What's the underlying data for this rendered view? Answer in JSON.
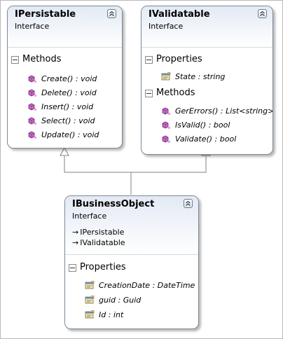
{
  "boxes": {
    "ipersistable": {
      "title": "IPersistable",
      "stereotype": "Interface",
      "sections": [
        {
          "label": "Methods",
          "members": [
            "Create() : void",
            "Delete() : void",
            "Insert() : void",
            "Select() : void",
            "Update() : void"
          ]
        }
      ]
    },
    "ivalidatable": {
      "title": "IValidatable",
      "stereotype": "Interface",
      "sections": [
        {
          "label": "Properties",
          "members": [
            "State : string"
          ]
        },
        {
          "label": "Methods",
          "members": [
            "GerErrors() : List<string>",
            "IsValid() : bool",
            "Validate() : bool"
          ]
        }
      ]
    },
    "ibusinessobject": {
      "title": "IBusinessObject",
      "stereotype": "Interface",
      "implements": [
        "IPersistable",
        "IValidatable"
      ],
      "sections": [
        {
          "label": "Properties",
          "members": [
            "CreationDate : DateTime",
            "guid : Guid",
            "Id : int"
          ]
        }
      ]
    }
  },
  "icons": {
    "method": "method-icon",
    "property": "property-icon",
    "collapse": "collapse-chevrons-icon",
    "section_toggle": "minus-toggle-icon",
    "implements": "inheritance-arrow-icon"
  },
  "colors": {
    "header_gradient_top": "#e3eaf4",
    "border": "#7a8a99",
    "method_icon": "#b04fb0",
    "connector": "#808080"
  }
}
